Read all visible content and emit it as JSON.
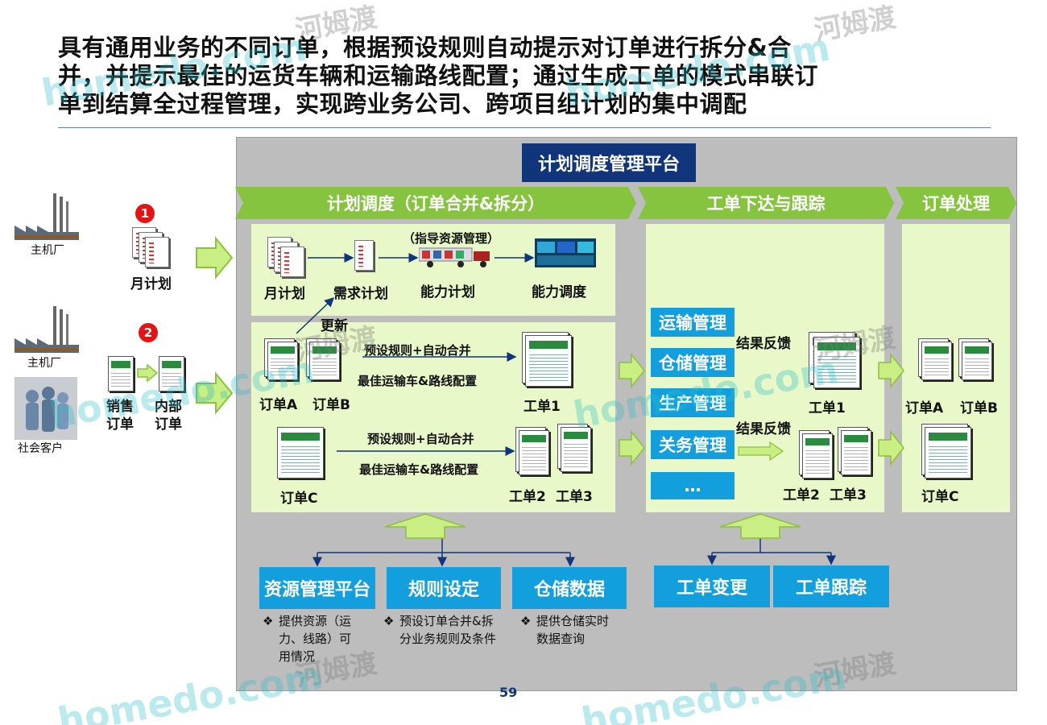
{
  "title": "具有通用业务的不同订单，根据预设规则自动提示对订单进行拆分&合并，并提示最佳的运货车辆和运输路线配置；通过生成工单的模式串联订单到结算全过程管理，实现跨业务公司、跨项目组计划的集中调配",
  "platform": "计划调度管理平台",
  "phases": [
    "计划调度（订单合并&拆分）",
    "工单下达与跟踪",
    "订单处理"
  ],
  "left": {
    "factory1": "主机厂",
    "factory2": "主机厂",
    "customer": "社会客户",
    "badge1": "1",
    "badge2": "2",
    "monthly_plan": "月计划",
    "sales_order": "销售\n订单",
    "internal_order": "内部\n订单"
  },
  "plan_flow": {
    "guide": "（指导资源管理）",
    "steps": [
      "月计划",
      "需求计划",
      "能力计划",
      "能力调度"
    ],
    "update": "更新"
  },
  "merge": {
    "rule1": "预设规则+自动合并",
    "config1": "最佳运输车&路线配置",
    "orderA": "订单A",
    "orderB": "订单B",
    "work1": "工单1",
    "rule2": "预设规则+自动合并",
    "config2": "最佳运输车&路线配置",
    "orderC": "订单C",
    "work2": "工单2",
    "work3": "工单3"
  },
  "work_issue": {
    "modules": [
      "运输管理",
      "仓储管理",
      "生产管理",
      "关务管理",
      "…"
    ],
    "feedback1": "结果反馈",
    "feedback2": "结果反馈",
    "work1": "工单1",
    "work2": "工单2",
    "work3": "工单3"
  },
  "order_proc": {
    "orderA": "订单A",
    "orderB": "订单B",
    "orderC": "订单C"
  },
  "bottom": {
    "boxes": [
      "资源管理平台",
      "规则设定",
      "仓储数据",
      "工单变更",
      "工单跟踪"
    ],
    "bullets": [
      "提供资源（运力、线路）可用情况",
      "预设订单合并&拆分业务规则及条件",
      "提供仓储实时数据查询"
    ]
  },
  "page_number": "59",
  "watermarks": [
    "河姆渡",
    "homedo.com"
  ],
  "colors": {
    "green": "#86c440",
    "navy": "#10357a",
    "blue": "#139fdd",
    "panel": "#e8f8c8"
  }
}
